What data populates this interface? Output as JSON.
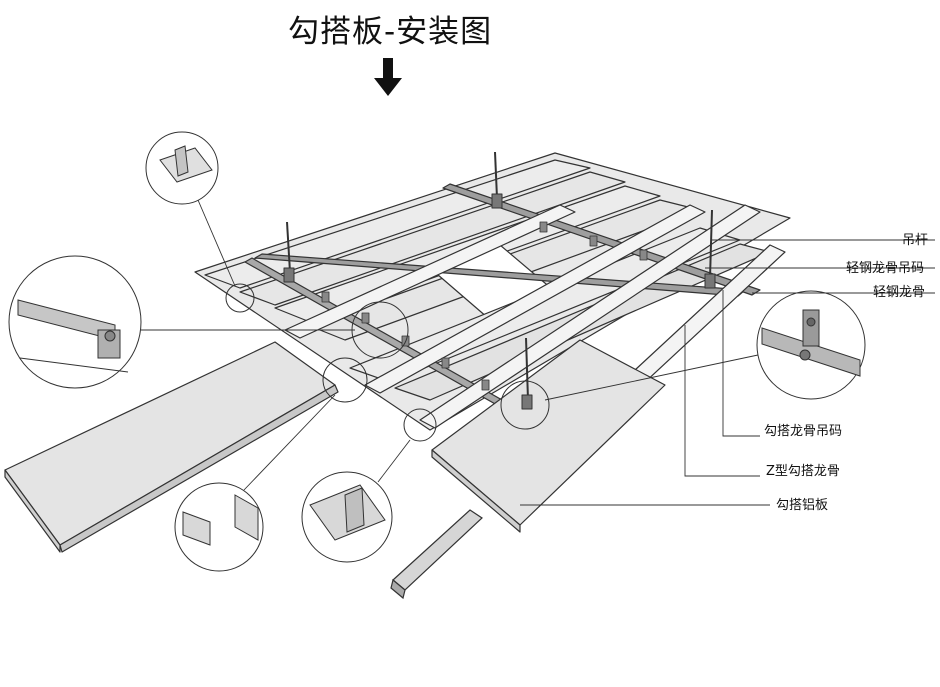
{
  "title": "勾搭板-安装图",
  "labels": {
    "hanger_rod": "吊杆",
    "light_steel_keel_clip": "轻钢龙骨吊码",
    "light_steel_keel": "轻钢龙骨",
    "hook_keel_clip": "勾搭龙骨吊码",
    "z_hook_keel": "Z型勾搭龙骨",
    "hook_aluminum_panel": "勾搭铝板"
  },
  "colors": {
    "line": "#333333",
    "panel_fill": "#e4e4e4",
    "panel_light": "#f2f2f2",
    "keel_fill": "#bdbdbd"
  }
}
